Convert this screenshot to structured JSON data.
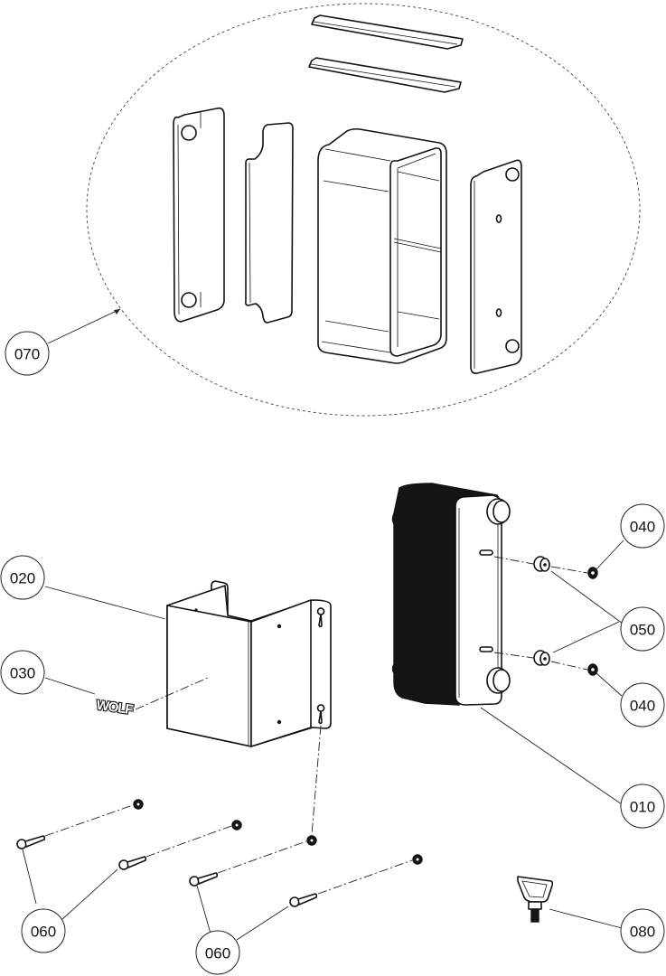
{
  "title": "Exploded parts diagram - plate heat exchanger assembly",
  "callouts": [
    {
      "id": "c070",
      "label": "070",
      "part": "seal / insulation kit (exploded detail)"
    },
    {
      "id": "c020",
      "label": "020",
      "part": "mounting bracket"
    },
    {
      "id": "c030",
      "label": "030",
      "part": "logo badge"
    },
    {
      "id": "c040a",
      "label": "040",
      "part": "nut"
    },
    {
      "id": "c050",
      "label": "050",
      "part": "spacer"
    },
    {
      "id": "c040b",
      "label": "040",
      "part": "nut"
    },
    {
      "id": "c010",
      "label": "010",
      "part": "plate heat exchanger"
    },
    {
      "id": "c060a",
      "label": "060",
      "part": "screw with washer"
    },
    {
      "id": "c060b",
      "label": "060",
      "part": "screw with washer"
    },
    {
      "id": "c080",
      "label": "080",
      "part": "thumb screw"
    }
  ],
  "logo_text": "WOLF",
  "colors": {
    "line": "#111111",
    "background": "#ffffff"
  }
}
